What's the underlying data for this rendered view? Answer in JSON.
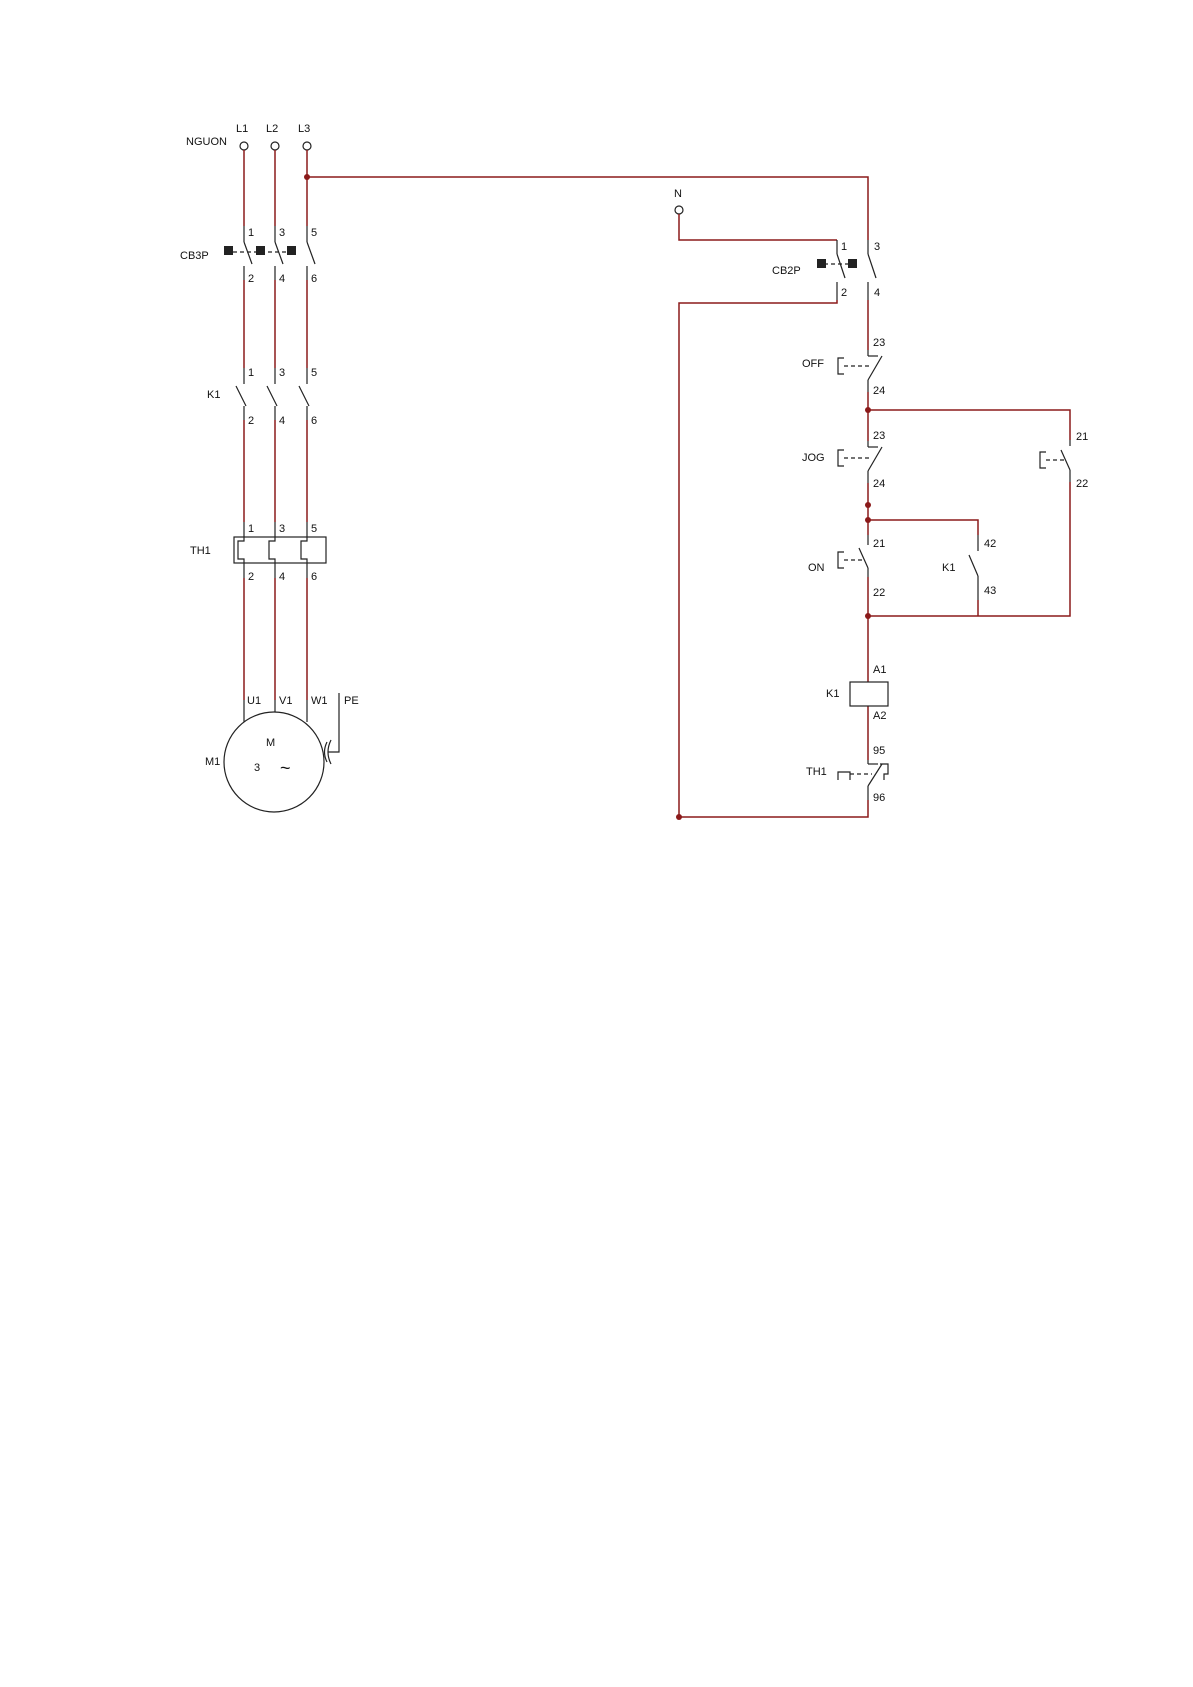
{
  "colors": {
    "wire": "#8b1a1a",
    "symbol": "#222222",
    "background": "#ffffff"
  },
  "power_circuit": {
    "source_label": "NGUON",
    "phases": [
      "L1",
      "L2",
      "L3"
    ],
    "cb3p": {
      "label": "CB3P",
      "top_terminals": [
        "1",
        "3",
        "5"
      ],
      "bottom_terminals": [
        "2",
        "4",
        "6"
      ]
    },
    "k1_main": {
      "label": "K1",
      "top_terminals": [
        "1",
        "3",
        "5"
      ],
      "bottom_terminals": [
        "2",
        "4",
        "6"
      ]
    },
    "th1_relay": {
      "label": "TH1",
      "top_terminals": [
        "1",
        "3",
        "5"
      ],
      "bottom_terminals": [
        "2",
        "4",
        "6"
      ]
    },
    "motor": {
      "label": "M1",
      "terminals": [
        "U1",
        "V1",
        "W1"
      ],
      "pe": "PE",
      "symbol_m": "M",
      "symbol_phases": "3",
      "symbol_ac": "~"
    }
  },
  "control_circuit": {
    "neutral_label": "N",
    "cb2p": {
      "label": "CB2P",
      "top_terminals": [
        "1",
        "3"
      ],
      "bottom_terminals": [
        "2",
        "4"
      ]
    },
    "off_button": {
      "label": "OFF",
      "terminals": [
        "23",
        "24"
      ]
    },
    "jog_button": {
      "label": "JOG",
      "terminals": [
        "23",
        "24"
      ]
    },
    "jog_aux_contact": {
      "terminals": [
        "21",
        "22"
      ]
    },
    "on_button": {
      "label": "ON",
      "terminals": [
        "21",
        "22"
      ]
    },
    "k1_aux_contact": {
      "label": "K1",
      "terminals": [
        "42",
        "43"
      ]
    },
    "k1_coil": {
      "label": "K1",
      "terminals": [
        "A1",
        "A2"
      ]
    },
    "th1_contact": {
      "label": "TH1",
      "terminals": [
        "95",
        "96"
      ]
    }
  }
}
